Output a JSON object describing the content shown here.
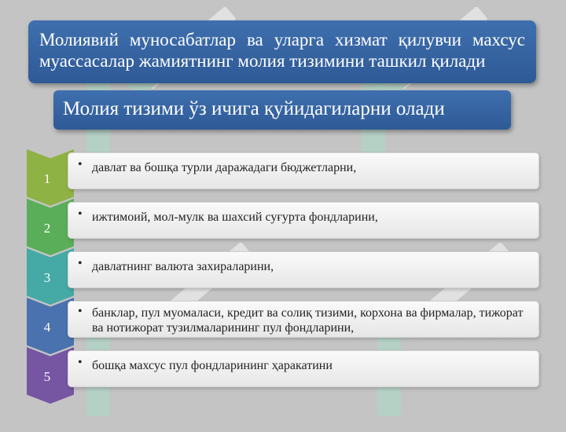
{
  "slide": {
    "title": "Молиявий муносабатлар ва уларга хизмат қилувчи махсус муассасалар жамиятнинг молия тизимини ташкил қилади",
    "subtitle": "Молия тизими ўз ичига қуйидагиларни олади"
  },
  "items": [
    {
      "number": "1",
      "bullet": "•",
      "text": "давлат ва бошқа турли даражадаги бюджетларни,",
      "color": "#8fb245"
    },
    {
      "number": "2",
      "bullet": "•",
      "text": "ижтимоий, мол-мулк ва шахсий суғурта фондларини,",
      "color": "#5aae59"
    },
    {
      "number": "3",
      "bullet": "•",
      "text": "давлатнинг валюта захираларини,",
      "color": "#45a9a6"
    },
    {
      "number": "4",
      "bullet": "•",
      "text": "банклар, пул муомаласи, кредит ва солиқ тизими, корхона ва фирмалар, тижорат ва нотижорат тузилмаларининг пул фондларини,",
      "color": "#4a72ae"
    },
    {
      "number": "5",
      "bullet": "•",
      "text": "бошқа махсус пул фондларининг  ҳаракатини",
      "color": "#7656a3"
    }
  ]
}
